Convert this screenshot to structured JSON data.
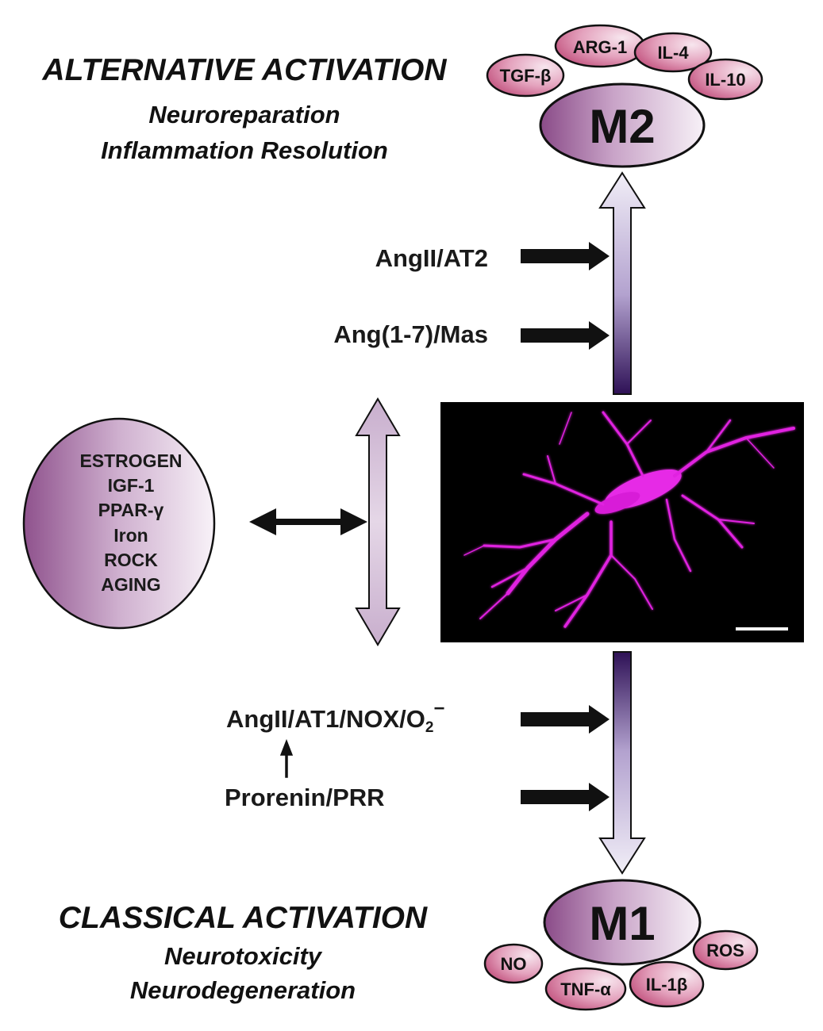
{
  "alternative": {
    "title": "ALTERNATIVE ACTIVATION",
    "line1": "Neuroreparation",
    "line2": "Inflammation Resolution"
  },
  "classical": {
    "title": "CLASSICAL ACTIVATION",
    "line1": "Neurotoxicity",
    "line2": "Neurodegeneration"
  },
  "m2": {
    "label": "M2",
    "cytokines": [
      "ARG-1",
      "IL-4",
      "TGF-β",
      "IL-10"
    ]
  },
  "m1": {
    "label": "M1",
    "cytokines": [
      "NO",
      "TNF-α",
      "IL-1β",
      "ROS"
    ]
  },
  "pathways": {
    "angii_at2": "AngII/AT2",
    "ang17_mas": "Ang(1-7)/Mas",
    "angii_at1_base": "AngII/AT1/NOX/O",
    "angii_at1_sub": "2",
    "angii_at1_sup": "−",
    "prorenin": "Prorenin/PRR"
  },
  "modulators": [
    "ESTROGEN",
    "IGF-1",
    "PPAR-γ",
    "Iron",
    "ROCK",
    "AGING"
  ],
  "colors": {
    "cytokine_fill": "#d9829f",
    "ellipse_dark": "#9a5a96",
    "ellipse_light": "#f6eef5",
    "arrow_dark": "#2e1156",
    "arrow_light": "#ede9f4",
    "black": "#111111",
    "cell": "#e020e0"
  }
}
